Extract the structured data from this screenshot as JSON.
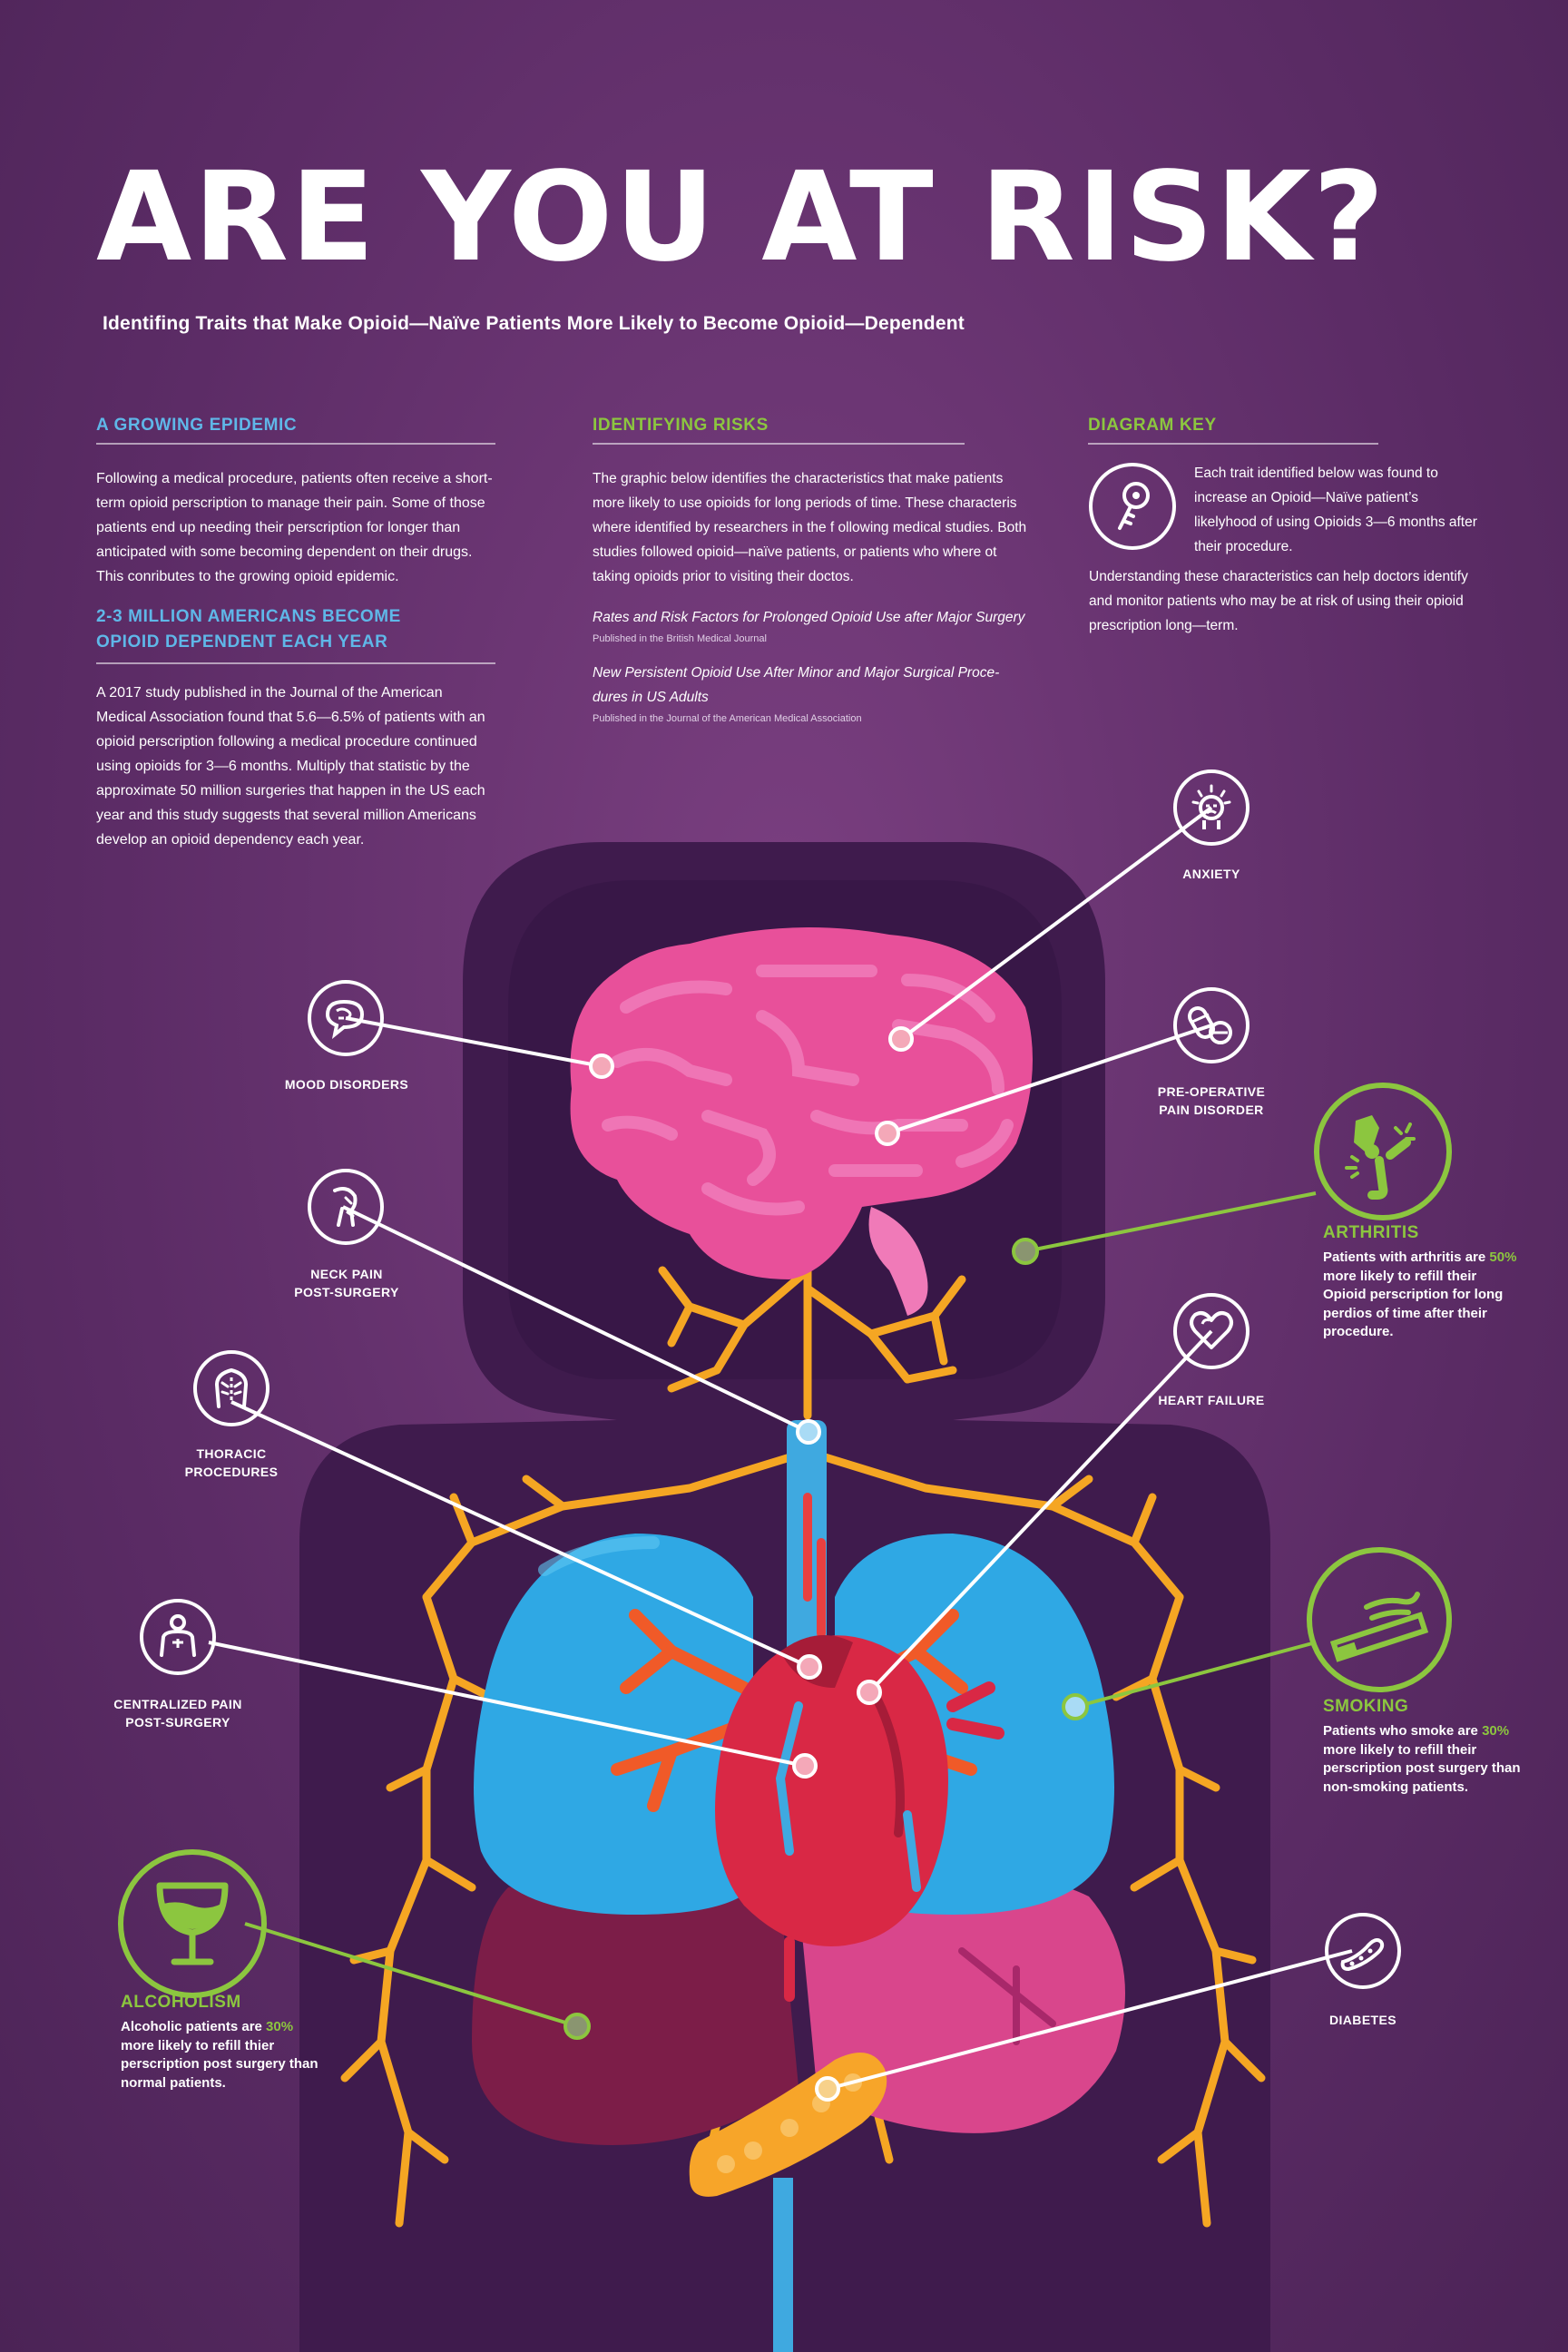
{
  "header": {
    "title": "ARE YOU AT RISK?",
    "subtitle": "Identifing Traits that Make Opioid—Naïve Patients More Likely to Become Opioid—Dependent"
  },
  "growing_epidemic": {
    "heading": "A GROWING EPIDEMIC",
    "body": "Following a medical procedure, patients often receive a short-term opioid perscription to manage their pain. Some of those patients end up needing their perscription for longer than anticipated with some becoming dependent on their drugs. This  conributes to the growing opioid epidemic."
  },
  "millions": {
    "heading_line1": "2-3 MILLION AMERICANS BECOME",
    "heading_line2": "OPIOID DEPENDENT EACH YEAR",
    "body": "A 2017 study published in the Journal of the American Medical Association found that 5.6—6.5% of patients with an opioid perscription following a medical procedure continued using opioids for 3—6 months. Multiply that statistic by the approximate 50 million surgeries that happen in the US each year and this study suggests that several million Americans develop an opioid dependency each year."
  },
  "identifying_risks": {
    "heading": "IDENTIFYING RISKS",
    "body": "The graphic below identifies the characteristics that make patients more likely to use opioids for long periods of time. These characteris where identified by researchers in the f ollowing medical studies. Both studies followed opioid—naïve patients, or patients who where ot taking opioids prior to visiting their doctos.",
    "study1_title": "Rates and Risk Factors for Prolonged Opioid Use after Major Surgery",
    "study1_pub": "Published in the British Medical Journal",
    "study2_title": "New Persistent Opioid Use After Minor and Major Surgical Proce-dures in US Adults",
    "study2_pub": "Published in the Journal of the American Medical Association"
  },
  "diagram_key": {
    "heading": "DIAGRAM KEY",
    "key_text": "Each trait identified below was found to increase an Opioid—Naïve patient’s likelyhood of using Opioids 3—6 months after their procedure.",
    "body": "Understanding these characteristics can help doctors identify and monitor patients who may be at risk of using their opioid prescription long—term.",
    "icon": "key-icon"
  },
  "traits": {
    "anxiety": "ANXIETY",
    "mood_disorders": "MOOD DISORDERS",
    "pre_op_line1": "PRE-OPERATIVE",
    "pre_op_line2": "PAIN DISORDER",
    "neck_line1": "NECK PAIN",
    "neck_line2": "POST-SURGERY",
    "heart_failure": "HEART FAILURE",
    "thoracic_line1": "THORACIC",
    "thoracic_line2": "PROCEDURES",
    "centralized_line1": "CENTRALIZED PAIN",
    "centralized_line2": "POST-SURGERY",
    "diabetes": "DIABETES"
  },
  "arthritis": {
    "heading": "ARTHRITIS",
    "pre": "Patients with arthritis are ",
    "percent": "50%",
    "post": " more likely  to refill their Opioid perscription for long perdios of time after their procedure."
  },
  "smoking": {
    "heading": "SMOKING",
    "pre": "Patients who smoke are ",
    "percent": "30%",
    "post": " more likely to refill their perscription post surgery than non-smoking patients."
  },
  "alcoholism": {
    "heading": "ALCOHOLISM",
    "pre": "Alcoholic patients are ",
    "percent": "30%",
    "post": " more likely to refill thier perscription post surgery than normal patients."
  },
  "colors": {
    "background": "#5c2c66",
    "accent_blue": "#5fb7e8",
    "accent_green": "#8cc63f",
    "brain_pink": "#e8509a",
    "lung_blue": "#2fa8e4",
    "heart_red": "#d92845",
    "nerve_orange": "#f5a623"
  }
}
